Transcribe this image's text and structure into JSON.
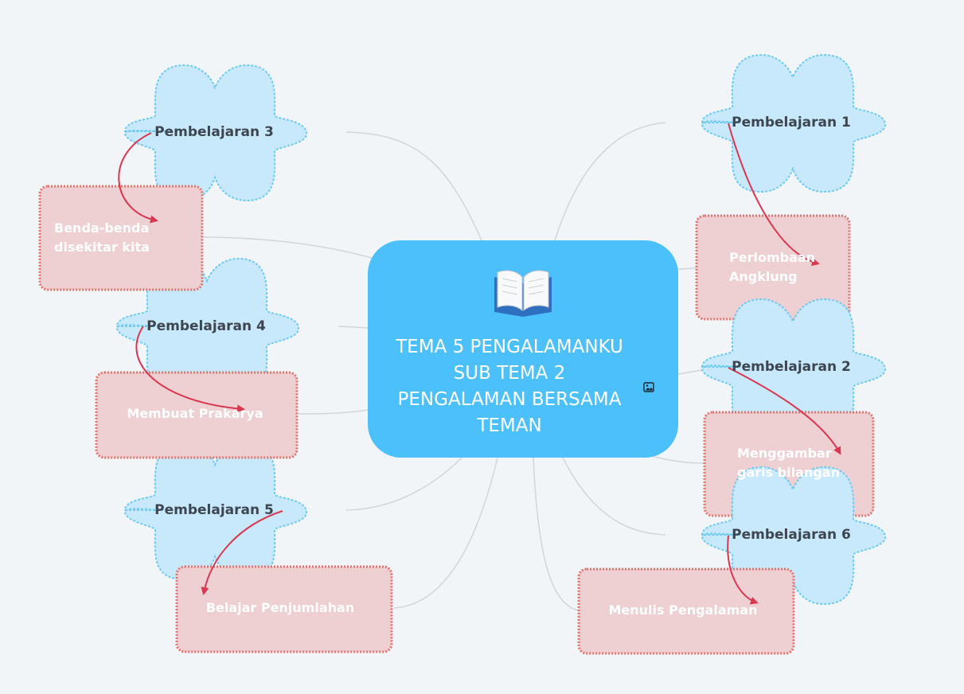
{
  "central": {
    "title_lines": [
      "TEMA 5 PENGALAMANKU",
      "SUB TEMA 2",
      "PENGALAMAN BERSAMA",
      "TEMAN"
    ],
    "book_icon": "open-book-icon",
    "image_icon": "image-icon"
  },
  "topics": {
    "p1": "Pembelajaran 1",
    "p2": "Pembelajaran 2",
    "p3": "Pembelajaran 3",
    "p4": "Pembelajaran 4",
    "p5": "Pembelajaran 5",
    "p6": "Pembelajaran 6"
  },
  "subtopics": {
    "p1": [
      "Perlombaan",
      "Angklung"
    ],
    "p2": [
      "Menggambar",
      "garis bilangan"
    ],
    "p3": [
      "Benda-benda",
      "disekitar kita"
    ],
    "p4": [
      "Membuat Prakarya"
    ],
    "p5": [
      "Belajar Penjumlahan"
    ],
    "p6": [
      "Menulis Pengalaman"
    ]
  },
  "colors": {
    "background": "#f1f5f8",
    "central": "#4cc0fb",
    "cloud_fill": "#c8e9fb",
    "cloud_border": "#6ccaf3",
    "box_fill": "#eecfd2",
    "box_border": "#e2736c",
    "connector": "#d1d6da",
    "arrow": "#d9374f"
  }
}
